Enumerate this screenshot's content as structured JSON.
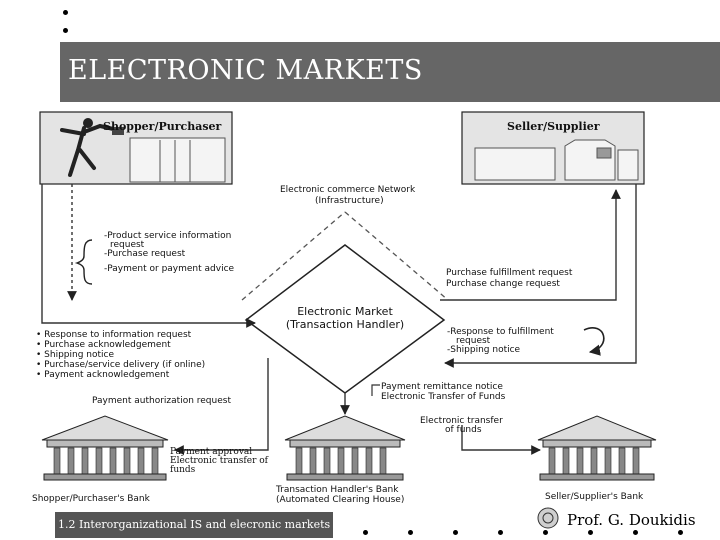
{
  "title": "ELECTRONIC MARKETS",
  "boxes": {
    "shopper": "Shopper/Purchaser",
    "seller": "Seller/Supplier"
  },
  "network": {
    "line1": "Electronic commerce Network",
    "line2": "(Infrastructure)"
  },
  "market": {
    "line1": "Electronic Market",
    "line2": "(Transaction Handler)"
  },
  "shopper_requests": {
    "line1": "-Product service information",
    "line2": "request",
    "line3": "-Purchase request",
    "line4": "-Payment or payment advice"
  },
  "fulfillment_requests": {
    "line1": "Purchase fulfillment request",
    "line2": "Purchase change request"
  },
  "market_responses": [
    "Response to information request",
    "Purchase acknowledgement",
    "Shipping notice",
    "Purchase/service delivery (if online)",
    "Payment acknowledgement"
  ],
  "seller_responses": {
    "line1": "-Response to fulfillment",
    "line2": "request",
    "line3": "-Shipping notice"
  },
  "payment_authorization": "Payment authorization request",
  "remittance": {
    "line1": "Payment remittance notice",
    "line2": "Electronic Transfer of Funds"
  },
  "transfer": {
    "line1": "Electronic transfer",
    "line2": "of funds"
  },
  "payment_approval": {
    "line1": "Payment approval",
    "line2": "Electronic transfer of",
    "line3": "funds"
  },
  "banks": {
    "shopper": "Shopper/Purchaser's Bank",
    "clearing_line1": "Transaction Handler's Bank",
    "clearing_line2": "(Automated Clearing House)",
    "seller": "Seller/Supplier's Bank"
  },
  "footer": {
    "course": "1.2 Interorganizational IS and elecronic markets",
    "author": "Prof. G. Doukidis"
  },
  "colors": {
    "title_bar": "#666666",
    "footer_bar": "#555555",
    "line": "#333333"
  }
}
